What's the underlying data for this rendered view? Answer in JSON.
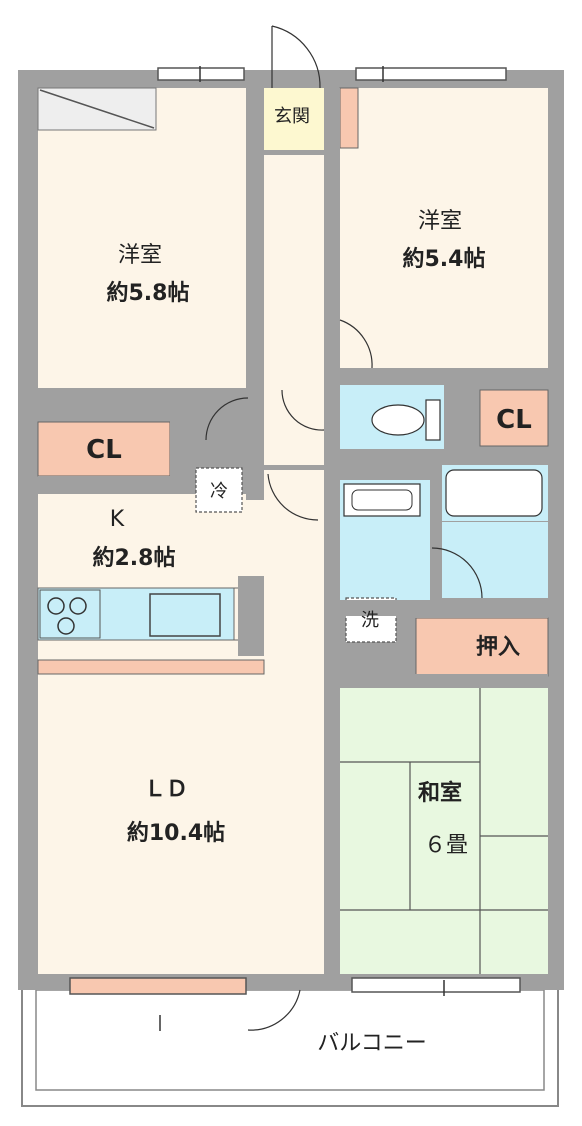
{
  "rooms": {
    "western_left": {
      "name": "洋室",
      "size": "約5.8帖"
    },
    "western_right": {
      "name": "洋室",
      "size": "約5.4帖"
    },
    "kitchen": {
      "name": "K",
      "size": "約2.8帖"
    },
    "living_dining": {
      "name": "ＬＤ",
      "size": "約10.4帖"
    },
    "japanese": {
      "name": "和室",
      "size": "６畳"
    }
  },
  "labels": {
    "entrance": "玄関",
    "closet_left": "CL",
    "closet_right": "CL",
    "fridge": "冷",
    "washer": "洗",
    "oshiire": "押入",
    "balcony": "バルコニー"
  },
  "colors": {
    "wall": "#a0a0a0",
    "floor": "#fdf5e8",
    "closet": "#f8c8b0",
    "wet_area": "#c8eef8",
    "tatami": "#e8f8e0",
    "entrance_floor": "#fdf8d0",
    "balcony": "#ffffff"
  }
}
